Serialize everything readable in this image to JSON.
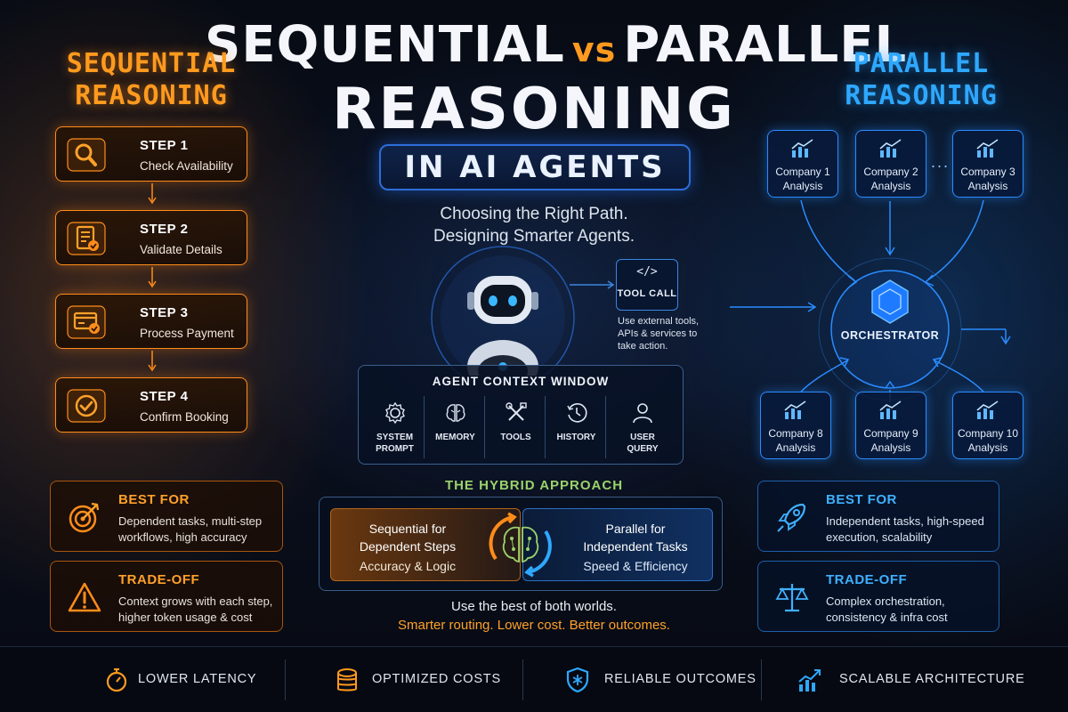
{
  "title": {
    "part1": "SEQUENTIAL",
    "vs": "vs",
    "part2": "PARALLEL",
    "line2": "REASONING",
    "badge": "IN AI AGENTS",
    "subtitle_line1": "Choosing the Right Path.",
    "subtitle_line2": "Designing Smarter Agents."
  },
  "sequential": {
    "heading_line1": "SEQUENTIAL",
    "heading_line2": "REASONING",
    "steps": [
      {
        "step": "STEP 1",
        "label": "Check Availability",
        "icon": "search-icon"
      },
      {
        "step": "STEP 2",
        "label": "Validate Details",
        "icon": "document-check-icon"
      },
      {
        "step": "STEP 3",
        "label": "Process Payment",
        "icon": "credit-card-icon"
      },
      {
        "step": "STEP 4",
        "label": "Confirm Booking",
        "icon": "check-circle-icon"
      }
    ],
    "best_for": {
      "heading": "BEST FOR",
      "text": "Dependent tasks, multi-step workflows, high accuracy",
      "icon": "target-icon"
    },
    "trade_off": {
      "heading": "TRADE-OFF",
      "text": "Context grows with each step, higher token usage & cost",
      "icon": "warning-icon"
    }
  },
  "parallel": {
    "heading_line1": "PARALLEL",
    "heading_line2": "REASONING",
    "top_nodes": [
      {
        "line1": "Company 1",
        "line2": "Analysis"
      },
      {
        "line1": "Company 2",
        "line2": "Analysis"
      },
      {
        "line1": "Company 3",
        "line2": "Analysis"
      }
    ],
    "bottom_nodes": [
      {
        "line1": "Company 8",
        "line2": "Analysis"
      },
      {
        "line1": "Company 9",
        "line2": "Analysis"
      },
      {
        "line1": "Company 10",
        "line2": "Analysis"
      }
    ],
    "dots": "...",
    "orchestrator": "ORCHESTRATOR",
    "best_for": {
      "heading": "BEST FOR",
      "text": "Independent tasks, high-speed execution, scalability",
      "icon": "rocket-icon"
    },
    "trade_off": {
      "heading": "TRADE-OFF",
      "text": "Complex orchestration, consistency & infra cost",
      "icon": "scale-icon"
    }
  },
  "agent": {
    "tool_call": {
      "code": "</>",
      "label": "TOOL CALL",
      "desc": "Use external tools, APIs & services to take action."
    },
    "context_window": {
      "title": "AGENT CONTEXT WINDOW",
      "items": [
        {
          "label_line1": "SYSTEM",
          "label_line2": "PROMPT",
          "icon": "gear-icon"
        },
        {
          "label_line1": "MEMORY",
          "label_line2": "",
          "icon": "brain-icon"
        },
        {
          "label_line1": "TOOLS",
          "label_line2": "",
          "icon": "tools-icon"
        },
        {
          "label_line1": "HISTORY",
          "label_line2": "",
          "icon": "history-icon"
        },
        {
          "label_line1": "USER",
          "label_line2": "QUERY",
          "icon": "user-icon"
        }
      ]
    }
  },
  "hybrid": {
    "title": "THE HYBRID APPROACH",
    "left_line1": "Sequential for",
    "left_line2": "Dependent Steps",
    "left_line3": "Accuracy & Logic",
    "right_line1": "Parallel for",
    "right_line2": "Independent Tasks",
    "right_line3": "Speed & Efficiency",
    "footer1": "Use the best of both worlds.",
    "footer2": "Smarter routing. Lower cost. Better outcomes."
  },
  "features": [
    {
      "label": "LOWER LATENCY",
      "icon": "stopwatch-icon"
    },
    {
      "label": "OPTIMIZED COSTS",
      "icon": "coins-icon"
    },
    {
      "label": "RELIABLE OUTCOMES",
      "icon": "shield-icon"
    },
    {
      "label": "SCALABLE ARCHITECTURE",
      "icon": "growth-chart-icon"
    }
  ],
  "colors": {
    "orange": "#ff9a1f",
    "blue": "#2ea8ff",
    "green": "#9bd26a",
    "background": "#070b14"
  }
}
